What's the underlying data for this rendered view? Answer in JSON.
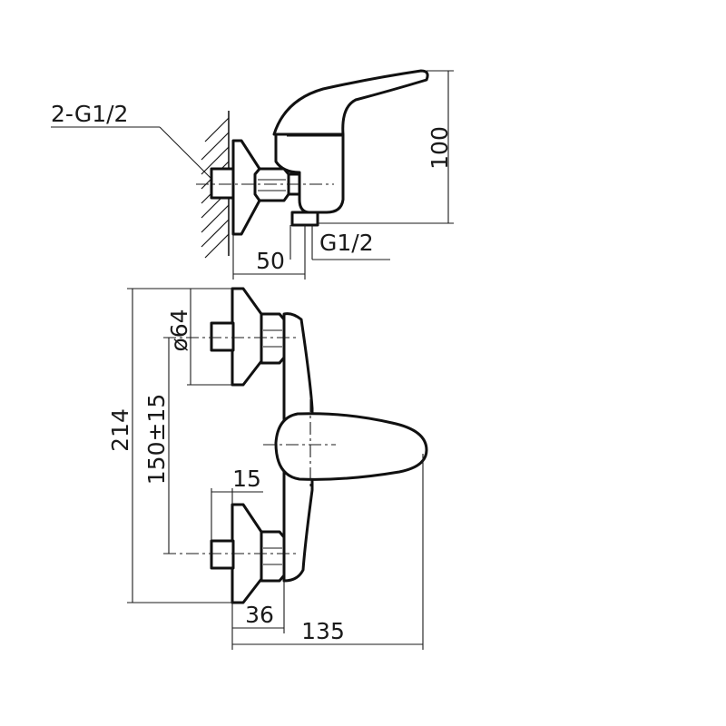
{
  "drawing": {
    "side_view": {
      "thread_label_inlet": "2-G1/2",
      "thread_label_outlet": "G1/2",
      "dim_height": "100",
      "dim_depth": "50"
    },
    "front_view": {
      "dim_total_height": "214",
      "dim_center_distance": "150±15",
      "dim_flange_diameter": "ø64",
      "dim_eccentric_offset": "15",
      "dim_body_width": "36",
      "dim_total_width": "135"
    }
  }
}
